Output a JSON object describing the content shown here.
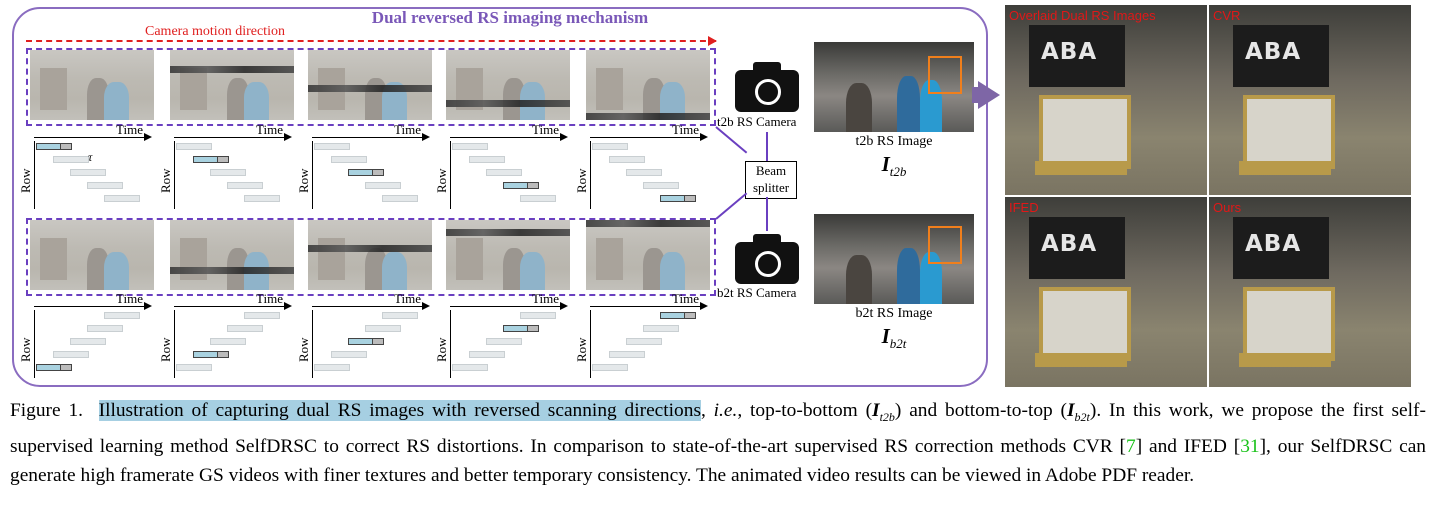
{
  "figure": {
    "panel_title": "Dual reversed RS imaging mechanism",
    "motion_label": "Camera motion direction",
    "time_label": "Time",
    "row_label": "Row",
    "tau_label": "τ",
    "t2b_camera_label": "t2b RS Camera",
    "b2t_camera_label": "b2t RS Camera",
    "beam_splitter_line1": "Beam",
    "beam_splitter_line2": "splitter",
    "t2b_image_label": "t2b RS Image",
    "t2b_symbol": "I",
    "t2b_subscript": "t2b",
    "b2t_image_label": "b2t RS Image",
    "b2t_symbol": "I",
    "b2t_subscript": "b2t",
    "comparison_labels": [
      "Overlaid Dual RS Images",
      "CVR",
      "IFED",
      "Ours"
    ],
    "sign_text": "ABA"
  },
  "caption": {
    "prefix": "Figure 1.",
    "highlighted": "Illustration of capturing dual RS images with reversed scanning directions",
    "ie": "i.e.",
    "part1": ", top-to-bottom (",
    "sym1": "I",
    "sub1": "t2b",
    "part2": ") and bottom-to-top (",
    "sym2": "I",
    "sub2": "b2t",
    "part3": "). In this work, we propose the first self-supervised learning method SelfDRSC to correct RS distortions. In comparison to state-of-the-art supervised RS correction methods CVR [",
    "ref1": "7",
    "part4": "] and IFED [",
    "ref2": "31",
    "part5": "], our SelfDRSC can generate high framerate GS videos with finer textures and better temporary consistency. The animated video results can be viewed in Adobe PDF reader."
  },
  "colors": {
    "panel_border": "#8a6cc0",
    "title": "#7a58b8",
    "motion": "#e02020",
    "dashed_box": "#6a3fc0",
    "highlight": "#a6cfe2",
    "ref": "#19c219",
    "crop_label": "#e01818",
    "square": "#f07f1c"
  }
}
